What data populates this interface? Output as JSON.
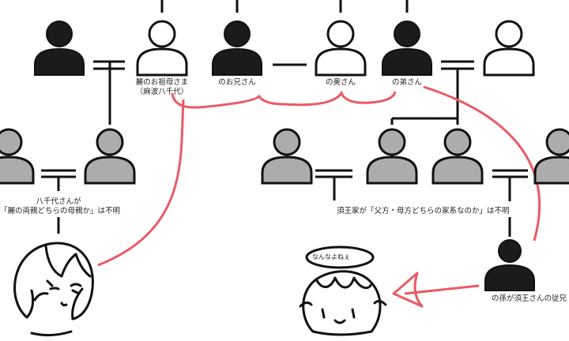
{
  "labels": {
    "grandmother": "麗のお祖母さま",
    "grandmother_name": "（麻波八千代）",
    "brother": "のお兄さん",
    "wife": "の奥さん",
    "younger_brother": "の弟さん",
    "note_left_line1": "八千代さんが",
    "note_left_line2": "「麗の両親どちらの母親か」は不明",
    "note_right": "須王家が「父方・母方どちらの家系なのか」は不明",
    "grandson": "の孫が須王さんの従兄",
    "bubble": "なんなよねぇ"
  },
  "colors": {
    "dark": "#1b1b1b",
    "white": "#ffffff",
    "gray": "#acacac",
    "outline": "#111111",
    "arrow": "#ea5a63"
  },
  "icons": {
    "person": "person-icon",
    "girl": "girl-face-icon",
    "chibi": "chibi-face-icon"
  }
}
